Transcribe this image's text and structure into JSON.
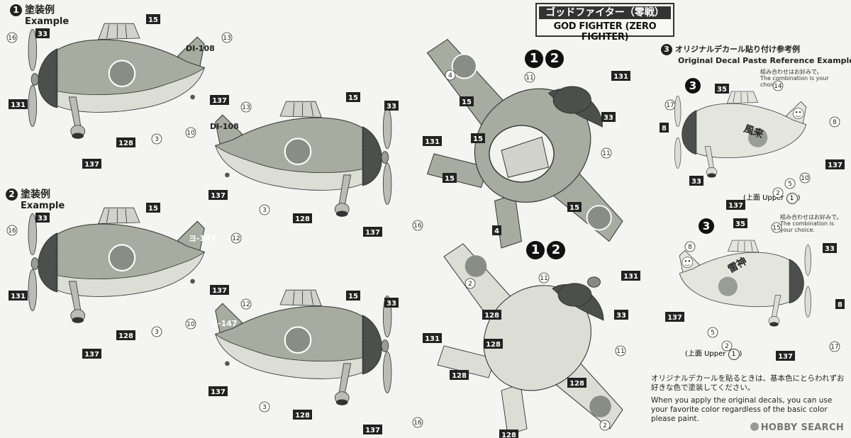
{
  "title": {
    "jp": "ゴッドファイター（零戦）",
    "en": "GOD FIGHTER (ZERO FIGHTER)"
  },
  "example1": {
    "num": "1",
    "jp": "塗装例",
    "en": "Example"
  },
  "example2": {
    "num": "2",
    "jp": "塗装例",
    "en": "Example"
  },
  "example3": {
    "num": "3",
    "jp": "オリジナルデカール貼り付け参考例",
    "en": "Original Decal Paste Reference Example"
  },
  "badges": {
    "one": "1",
    "two": "2",
    "three": "3"
  },
  "markings": {
    "p1": "DI-108",
    "p2": "DI-108",
    "p3": "ヨ-147",
    "p4": "ヨ-147"
  },
  "combo_note": {
    "jp": "組み合わせはお好みで。",
    "en": "The combination is your choice."
  },
  "upper_label": {
    "jp": "(上面 Upper",
    "num": "1",
    "close": ")"
  },
  "bottom_note": {
    "jp": "オリジナルデカールを貼るときは、基本色にとらわれずお好きな色で塗装してください。",
    "en": "When you apply the original decals, you can use your favorite  color regardless of the basic color please paint."
  },
  "decal_jp": {
    "a": "風来",
    "b": "雷神"
  },
  "watermark": "HOBBY SEARCH",
  "colors": {
    "body_grey": "#a8ab9f",
    "belly_light": "#dcded6",
    "cowl_dark": "#4c4f4b",
    "hinomaru_grey": "#8a8c86",
    "ink": "#222222"
  },
  "ref_numbers": {
    "p1": [
      "16",
      "33",
      "15",
      "13",
      "131",
      "137",
      "128",
      "3",
      "10",
      "137"
    ],
    "p2": [
      "16",
      "33",
      "15",
      "12",
      "131",
      "137",
      "128",
      "3",
      "10",
      "137"
    ],
    "p3": [
      "13",
      "15",
      "33",
      "131",
      "137",
      "3",
      "128",
      "137",
      "16"
    ],
    "p4": [
      "12",
      "15",
      "33",
      "131",
      "137",
      "3",
      "128",
      "137",
      "16"
    ],
    "top1": [
      "4",
      "11",
      "131",
      "15",
      "33",
      "15",
      "11",
      "15",
      "15",
      "4"
    ],
    "bot1": [
      "2",
      "11",
      "131",
      "128",
      "33",
      "128",
      "11",
      "128",
      "128",
      "2",
      "128"
    ],
    "dec1": [
      "17",
      "35",
      "14",
      "8",
      "8",
      "33",
      "137",
      "5",
      "10",
      "2",
      "137"
    ],
    "dec2": [
      "8",
      "35",
      "15",
      "33",
      "137",
      "5",
      "8",
      "2",
      "137",
      "17"
    ]
  }
}
